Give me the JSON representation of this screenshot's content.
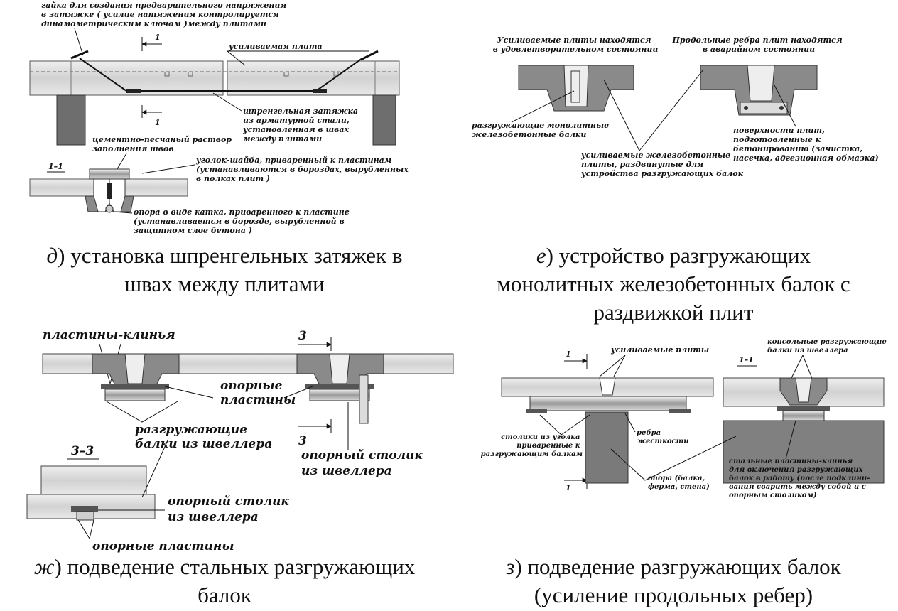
{
  "panel_d": {
    "caption_letter": "д",
    "caption_lines": [
      ") установка шпренгельных затяжек в",
      "швах между плитами"
    ],
    "label_nut": [
      "гайка для создания предварительного напряжения",
      "в затяжке ( усилие натяжения контролируется",
      "динамометрическим ключом )между плитами"
    ],
    "label_plate": "усиливаемая плита",
    "label_tie": [
      "шпренгельная затяжка",
      "из арматурной стали,",
      "установленная в швах",
      "между плитами"
    ],
    "label_mortar": [
      "цементно-песчаный раствор",
      "заполнения швов"
    ],
    "label_angle": [
      "уголок-шайба, приваренный к пластинам",
      "(устанавливаются в бороздах, вырубленных",
      "в полках плит )"
    ],
    "label_roller": [
      "опора в виде катка, приваренного к пластине",
      "(устанавливается в борозде, вырубленной в",
      "защитном слое бетона )"
    ],
    "section_mark": "1",
    "section_title": "1–1"
  },
  "panel_e": {
    "caption_letter": "е",
    "caption_lines": [
      ") устройство разгружающих",
      "монолитных железобетонных балок с",
      "раздвижкой плит"
    ],
    "title_left": [
      "Усиливаемые плиты находятся",
      "в удовлетворительном состоянии"
    ],
    "title_right": [
      "Продольные ребра плит находятся",
      "в аварийном состоянии"
    ],
    "label_beams": [
      "разгружающие монолитные",
      "железобетонные балки"
    ],
    "label_slabs": [
      "усиливаемые железобетонные",
      "плиты, раздвинутые для",
      "устройства разгружающих балок"
    ],
    "label_surface": [
      "поверхности плит,",
      "подготовленные к",
      "бетонированию (зачистка,",
      "насечка, адгезионная обмазка)"
    ]
  },
  "panel_zh": {
    "caption_letter": "ж",
    "caption_lines": [
      ") подведение стальных разгружающих",
      "балок"
    ],
    "label_wedges": "пластины-клинья",
    "label_plates": [
      "опорные",
      "пластины"
    ],
    "label_channel_beams": [
      "разгружающие",
      "балки из швеллера"
    ],
    "label_table": [
      "опорный столик",
      "из швеллера"
    ],
    "section_mark": "3",
    "section_title": "3–3",
    "label_table2": [
      "опорный столик",
      "из швеллера"
    ],
    "label_plates2": "опорные пластины"
  },
  "panel_z": {
    "caption_letter": "з",
    "caption_lines": [
      ") подведение разгружающих балок",
      "(усиление продольных ребер)"
    ],
    "label_slabs": "усиливаемые плиты",
    "label_console": [
      "консольные разгружающие",
      "балки из швеллера"
    ],
    "section_mark": "1",
    "section_title": "1–1",
    "label_tables": [
      "столики из уголка",
      "приваренные к",
      "разгружающим балкам"
    ],
    "label_ribs": [
      "ребра",
      "жесткости"
    ],
    "label_support": [
      "опора (балка,",
      "ферма, стена)"
    ],
    "label_wedges": [
      "стальные пластины-клинья",
      "для включения разгружающих",
      "балок в работу (после подклини-",
      "вания сварить между собой и с",
      "опорным столиком)"
    ]
  }
}
